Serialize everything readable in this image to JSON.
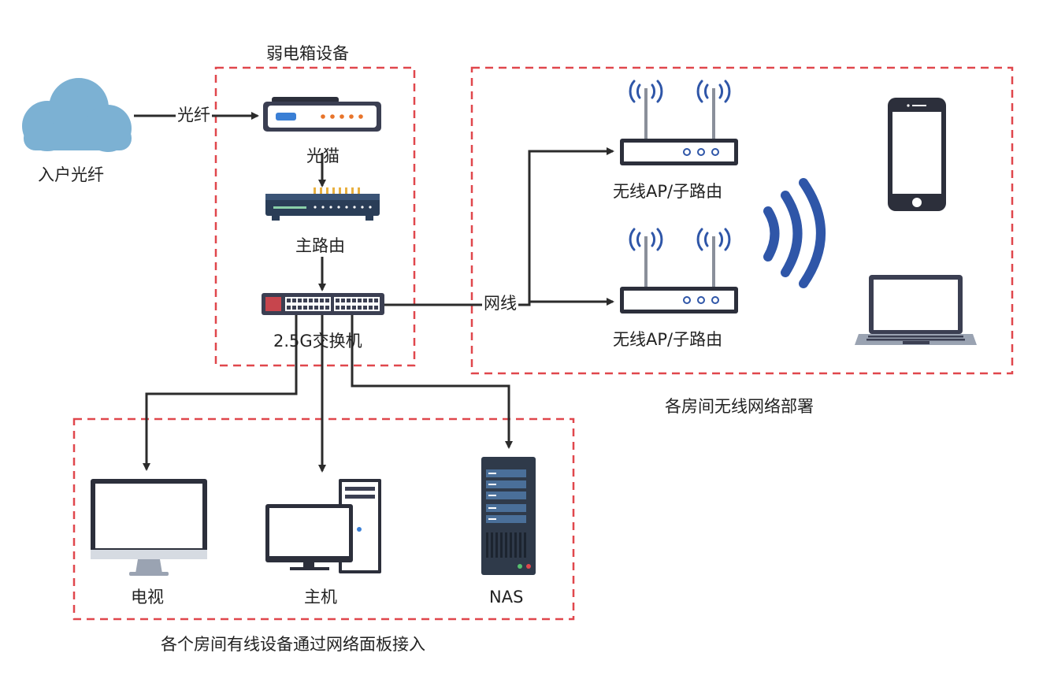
{
  "groups": {
    "box_equipment": "弱电箱设备",
    "wireless": "各房间无线网络部署",
    "wired": "各个房间有线设备通过网络面板接入"
  },
  "nodes": {
    "isp_fiber": "入户光纤",
    "modem": "光猫",
    "main_router": "主路由",
    "switch": "2.5G交换机",
    "ap_top": "无线AP/子路由",
    "ap_bottom": "无线AP/子路由",
    "tv": "电视",
    "pc": "主机",
    "nas": "NAS"
  },
  "edges": {
    "fiber": "光纤",
    "cable": "网线"
  },
  "colors": {
    "group_border": "#e0474c",
    "cloud": "#7cb1d3",
    "edge": "#2b2b2b",
    "device_dark": "#3b3f52",
    "wifi_blue": "#2f56a8",
    "monitor_frame": "#2c2f3b",
    "nas_panel": "#2f3a4a"
  },
  "icons": [
    "cloud-icon",
    "modem-icon",
    "router-icon",
    "switch-icon",
    "access-point-icon",
    "wifi-waves-icon",
    "smartphone-icon",
    "laptop-icon",
    "monitor-icon",
    "desktop-pc-icon",
    "nas-server-icon"
  ]
}
